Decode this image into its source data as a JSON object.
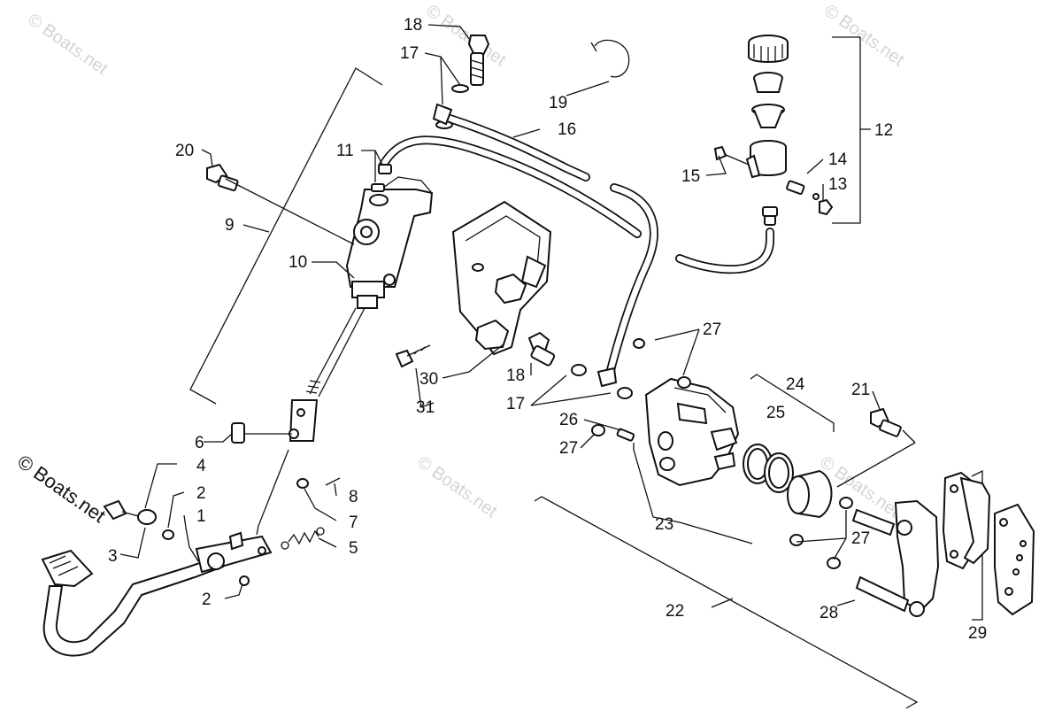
{
  "watermark": "© Boats.net",
  "callouts": {
    "c1": "1",
    "c2a": "2",
    "c2b": "2",
    "c3": "3",
    "c4": "4",
    "c5": "5",
    "c6": "6",
    "c7": "7",
    "c8": "8",
    "c9": "9",
    "c10": "10",
    "c11": "11",
    "c12": "12",
    "c13": "13",
    "c14": "14",
    "c15": "15",
    "c16": "16",
    "c17a": "17",
    "c17b": "17",
    "c18a": "18",
    "c18b": "18",
    "c19": "19",
    "c20": "20",
    "c21": "21",
    "c22": "22",
    "c23": "23",
    "c24": "24",
    "c25": "25",
    "c26": "26",
    "c27a": "27",
    "c27b": "27",
    "c27c": "27",
    "c28": "28",
    "c29": "29",
    "c30": "30",
    "c31": "31"
  }
}
